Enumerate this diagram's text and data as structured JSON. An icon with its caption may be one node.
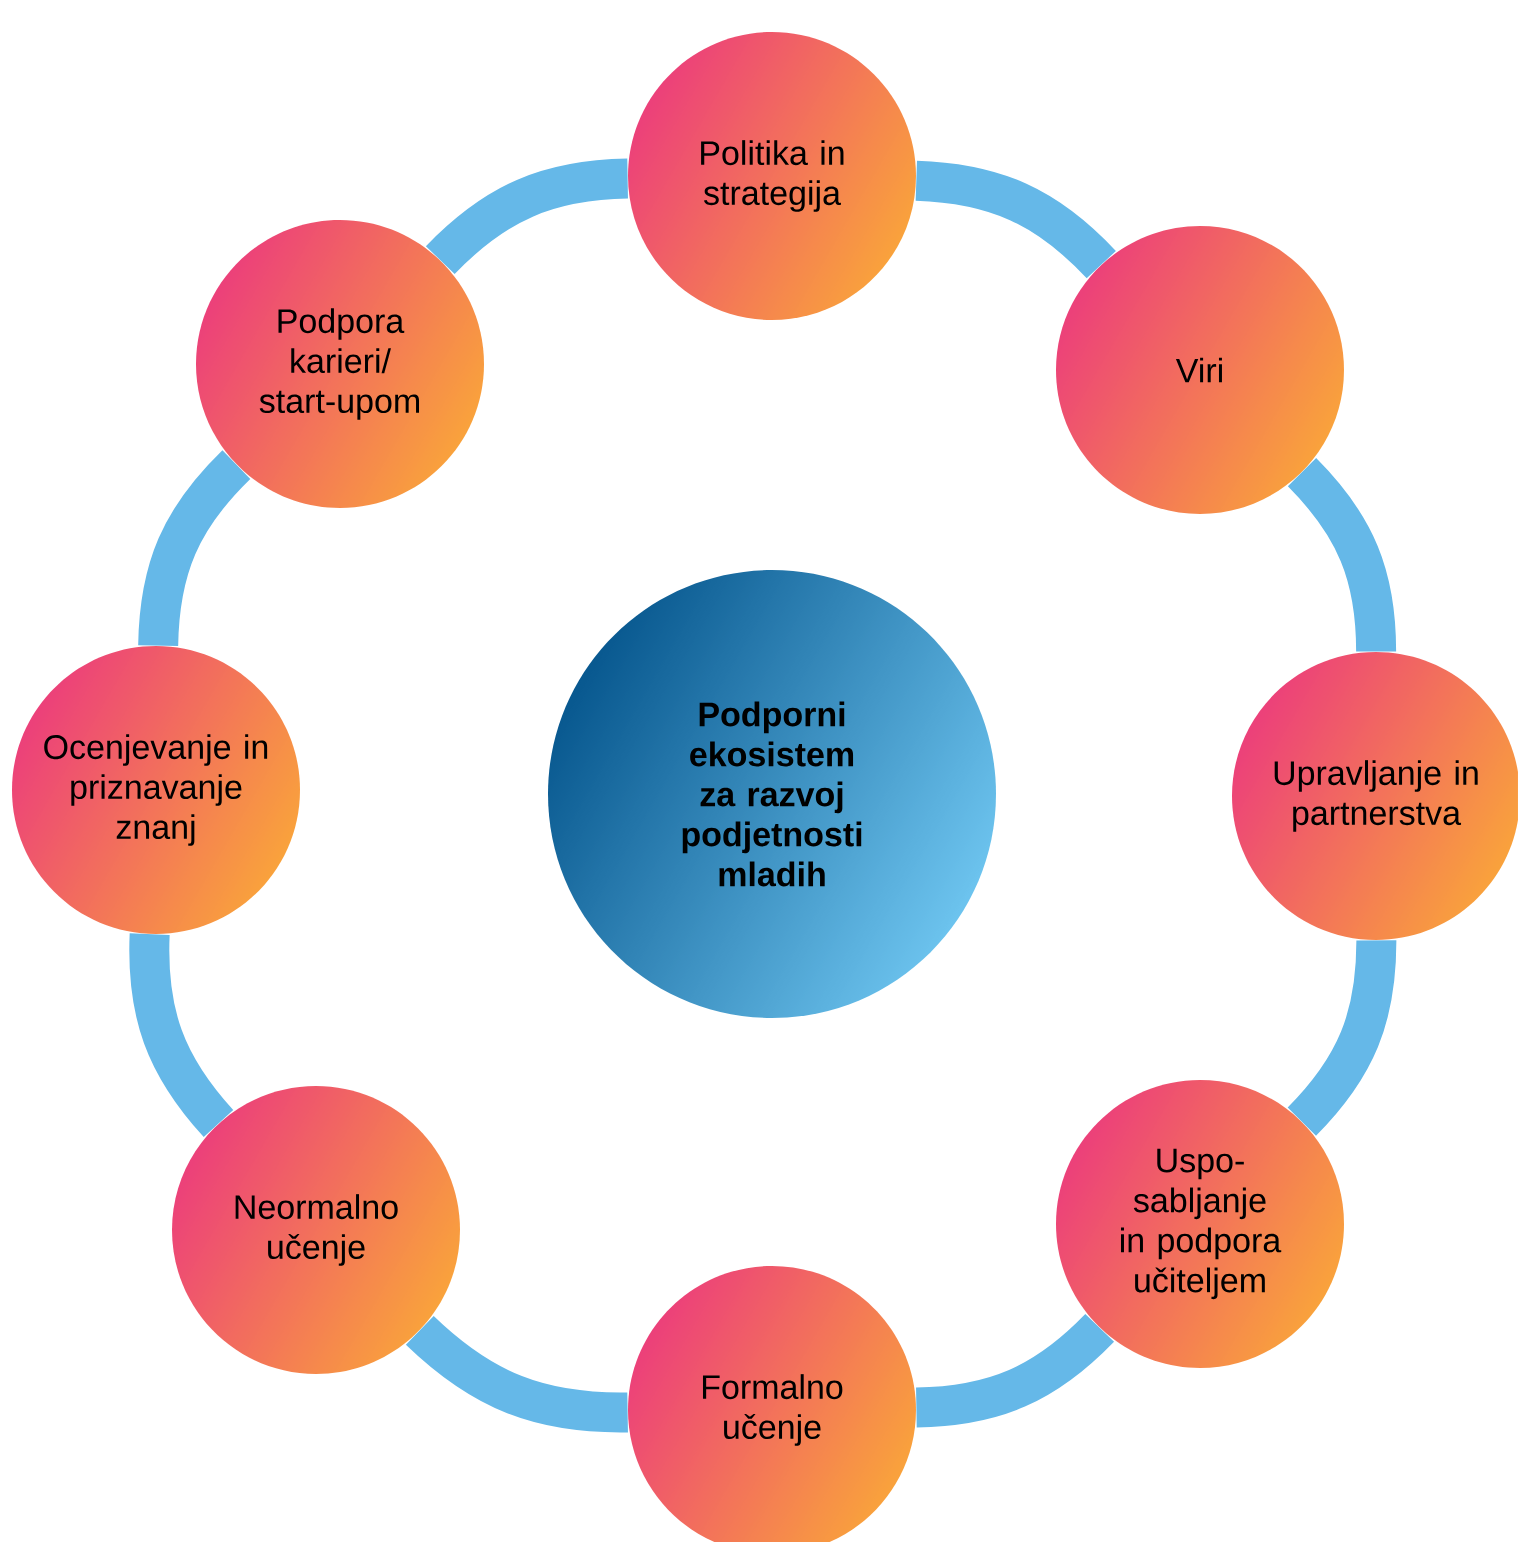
{
  "diagram": {
    "nodes": [
      {
        "text": [
          "Podporni ekosistem za razvoj podjetnosti mladih"
        ]
      },
      {
        "text": [
          "Politika in strategija"
        ]
      },
      {
        "text": [
          "Viri"
        ]
      },
      {
        "text": [
          "Upravljanje in partnerstva"
        ]
      },
      {
        "text": [
          "Uspo-sabljanje in podpora učiteljem"
        ]
      },
      {
        "text": [
          "Formalno učenje"
        ]
      },
      {
        "text": [
          "Neormalno učenje"
        ]
      },
      {
        "text": [
          "Ocenjevanje in priznavanje znanj"
        ]
      },
      {
        "text": [
          "Podpora karieri/ start-upom"
        ]
      }
    ],
    "edges": [
      {
        "from": 1,
        "to": 2,
        "arrow": "none"
      },
      {
        "from": 2,
        "to": 3,
        "arrow": "none"
      },
      {
        "from": 3,
        "to": 4,
        "arrow": "none"
      },
      {
        "from": 4,
        "to": 5,
        "arrow": "none"
      },
      {
        "from": 5,
        "to": 6,
        "arrow": "none"
      },
      {
        "from": 6,
        "to": 7,
        "arrow": "none"
      },
      {
        "from": 7,
        "to": 8,
        "arrow": "none"
      },
      {
        "from": 8,
        "to": 1,
        "arrow": "none"
      }
    ]
  }
}
